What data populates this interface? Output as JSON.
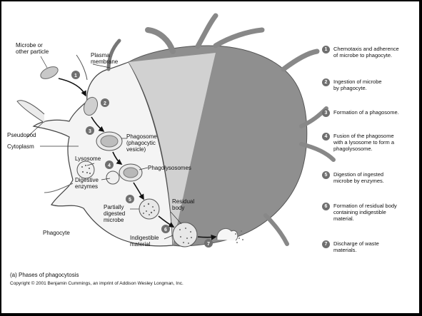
{
  "diagram": {
    "labels": {
      "microbe": "Microbe or\nother particle",
      "plasma_membrane": "Plasma\nmembrane",
      "pseudopod": "Pseudopod",
      "cytoplasm": "Cytoplasm",
      "phagosome": "Phagosome\n(phagocytic\nvesicle)",
      "lysosome": "Lysosome",
      "digestive_enzymes": "Digestive\nenzymes",
      "phagolysosomes": "Phagolysosomes",
      "partially_digested": "Partially\ndigested\nmicrobe",
      "residual_body": "Residual\nbody",
      "indigestible": "Indigestible\nmaterial",
      "phagocyte": "Phagocyte"
    },
    "badges": [
      "1",
      "2",
      "3",
      "4",
      "5",
      "6",
      "7"
    ]
  },
  "steps": [
    {
      "num": "1",
      "text": "Chemotaxis and adherence\nof microbe to phagocyte."
    },
    {
      "num": "2",
      "text": "Ingestion of microbe\nby phagocyte."
    },
    {
      "num": "3",
      "text": "Formation of a phagosome."
    },
    {
      "num": "4",
      "text": "Fusion of the phagosome\nwith a lysosome to form a\nphagolysosome."
    },
    {
      "num": "5",
      "text": "Digestion of ingested\nmicrobe by enzymes."
    },
    {
      "num": "6",
      "text": "Formation of residual body\ncontaining indigestible\nmaterial."
    },
    {
      "num": "7",
      "text": "Discharge of waste\nmaterials."
    }
  ],
  "caption": "(a) Phases of phagocytosis",
  "copyright": "Copyright © 2001 Benjamin Cummings, an imprint of Addison Wesley Longman, Inc."
}
